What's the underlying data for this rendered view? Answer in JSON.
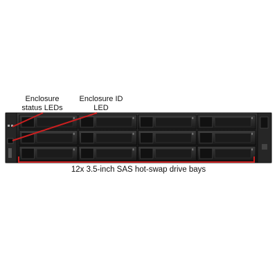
{
  "callouts": {
    "enclosure_status_leds": "Enclosure status LEDs",
    "enclosure_id_led": "Enclosure ID LED",
    "drive_bays": "12x 3.5-inch SAS hot-swap drive bays"
  },
  "chassis": {
    "drive_bay_count": 12,
    "rows": 3,
    "columns": 4
  },
  "colors": {
    "annotation": "#cc1f1f",
    "chassis_body": "#1c1c1c",
    "drive_face": "#2a2a2a",
    "bezel": "#3a3a3a"
  }
}
